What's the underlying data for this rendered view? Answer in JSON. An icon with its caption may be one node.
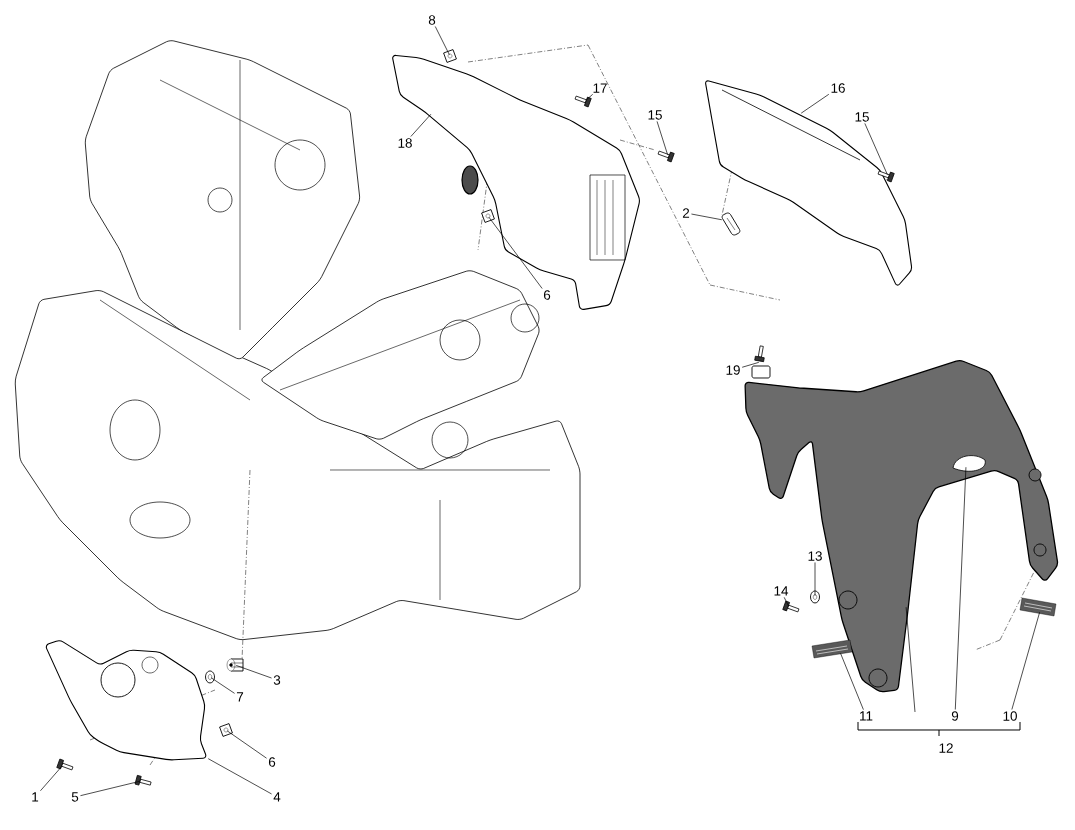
{
  "diagram": {
    "nodes": [
      {
        "text": [
          "8"
        ]
      },
      {
        "text": [
          "17"
        ]
      },
      {
        "text": [
          "18"
        ]
      },
      {
        "text": [
          "15"
        ]
      },
      {
        "text": [
          "16"
        ]
      },
      {
        "text": [
          "15"
        ]
      },
      {
        "text": [
          "2"
        ]
      },
      {
        "text": [
          "6"
        ]
      },
      {
        "text": [
          "19"
        ]
      },
      {
        "text": [
          "13"
        ]
      },
      {
        "text": [
          "14"
        ]
      },
      {
        "text": [
          "3"
        ]
      },
      {
        "text": [
          "7"
        ]
      },
      {
        "text": [
          "6"
        ]
      },
      {
        "text": [
          "11"
        ]
      },
      {
        "text": [
          "9"
        ]
      },
      {
        "text": [
          "10"
        ]
      },
      {
        "text": [
          "1"
        ]
      },
      {
        "text": [
          "5"
        ]
      },
      {
        "text": [
          "4"
        ]
      },
      {
        "text": [],
        "shape": "picture"
      },
      {
        "text": [],
        "shape": "picture"
      },
      {
        "text": [],
        "shape": "picture"
      },
      {
        "text": [],
        "shape": "picture"
      },
      {
        "text": [],
        "shape": "picture"
      },
      {
        "text": [],
        "shape": "picture"
      },
      {
        "text": [],
        "shape": "picture"
      },
      {
        "text": [],
        "shape": "picture"
      },
      {
        "text": [],
        "shape": "picture"
      },
      {
        "text": [],
        "shape": "picture"
      },
      {
        "text": [],
        "shape": "picture"
      },
      {
        "text": [],
        "shape": "picture"
      },
      {
        "text": [],
        "shape": "picture"
      },
      {
        "text": [],
        "shape": "picture"
      },
      {
        "text": [],
        "shape": "picture"
      },
      {
        "text": [],
        "shape": "picture"
      },
      {
        "text": [],
        "shape": "picture",
        "in": 34
      },
      {
        "text": [],
        "shape": "picture"
      },
      {
        "text": [],
        "shape": "picture"
      },
      {
        "text": [],
        "shape": "picture"
      },
      {
        "text": [],
        "shape": "picture"
      }
    ],
    "edges": [
      {
        "from": 0,
        "to": 20,
        "arrow": "none"
      },
      {
        "from": 1,
        "to": 21,
        "arrow": "none"
      },
      {
        "from": 2,
        "to": 22,
        "arrow": "none"
      },
      {
        "from": 3,
        "to": 23,
        "arrow": "none"
      },
      {
        "from": 4,
        "to": 24,
        "arrow": "none"
      },
      {
        "from": 5,
        "to": 25,
        "arrow": "none"
      },
      {
        "from": 6,
        "to": 26,
        "arrow": "none"
      },
      {
        "from": 7,
        "to": 27,
        "arrow": "none"
      },
      {
        "from": 8,
        "to": 28,
        "arrow": "none"
      },
      {
        "from": 9,
        "to": 29,
        "arrow": "none"
      },
      {
        "from": 10,
        "to": 30,
        "arrow": "none"
      },
      {
        "from": 11,
        "to": 31,
        "arrow": "none"
      },
      {
        "from": 12,
        "to": 32,
        "arrow": "none"
      },
      {
        "from": 13,
        "to": 33,
        "arrow": "none"
      },
      {
        "from": 14,
        "to": 35,
        "arrow": "none"
      },
      {
        "from": 15,
        "to": 36,
        "arrow": "none"
      },
      {
        "from": 16,
        "to": 37,
        "arrow": "none"
      },
      {
        "from": 17,
        "to": 38,
        "arrow": "none"
      },
      {
        "from": 18,
        "to": 39,
        "arrow": "none"
      },
      {
        "from": 19,
        "to": 40,
        "arrow": "none"
      },
      {
        "from": null,
        "to": 34,
        "arrow": "none"
      }
    ],
    "labels": [
      "12"
    ]
  }
}
